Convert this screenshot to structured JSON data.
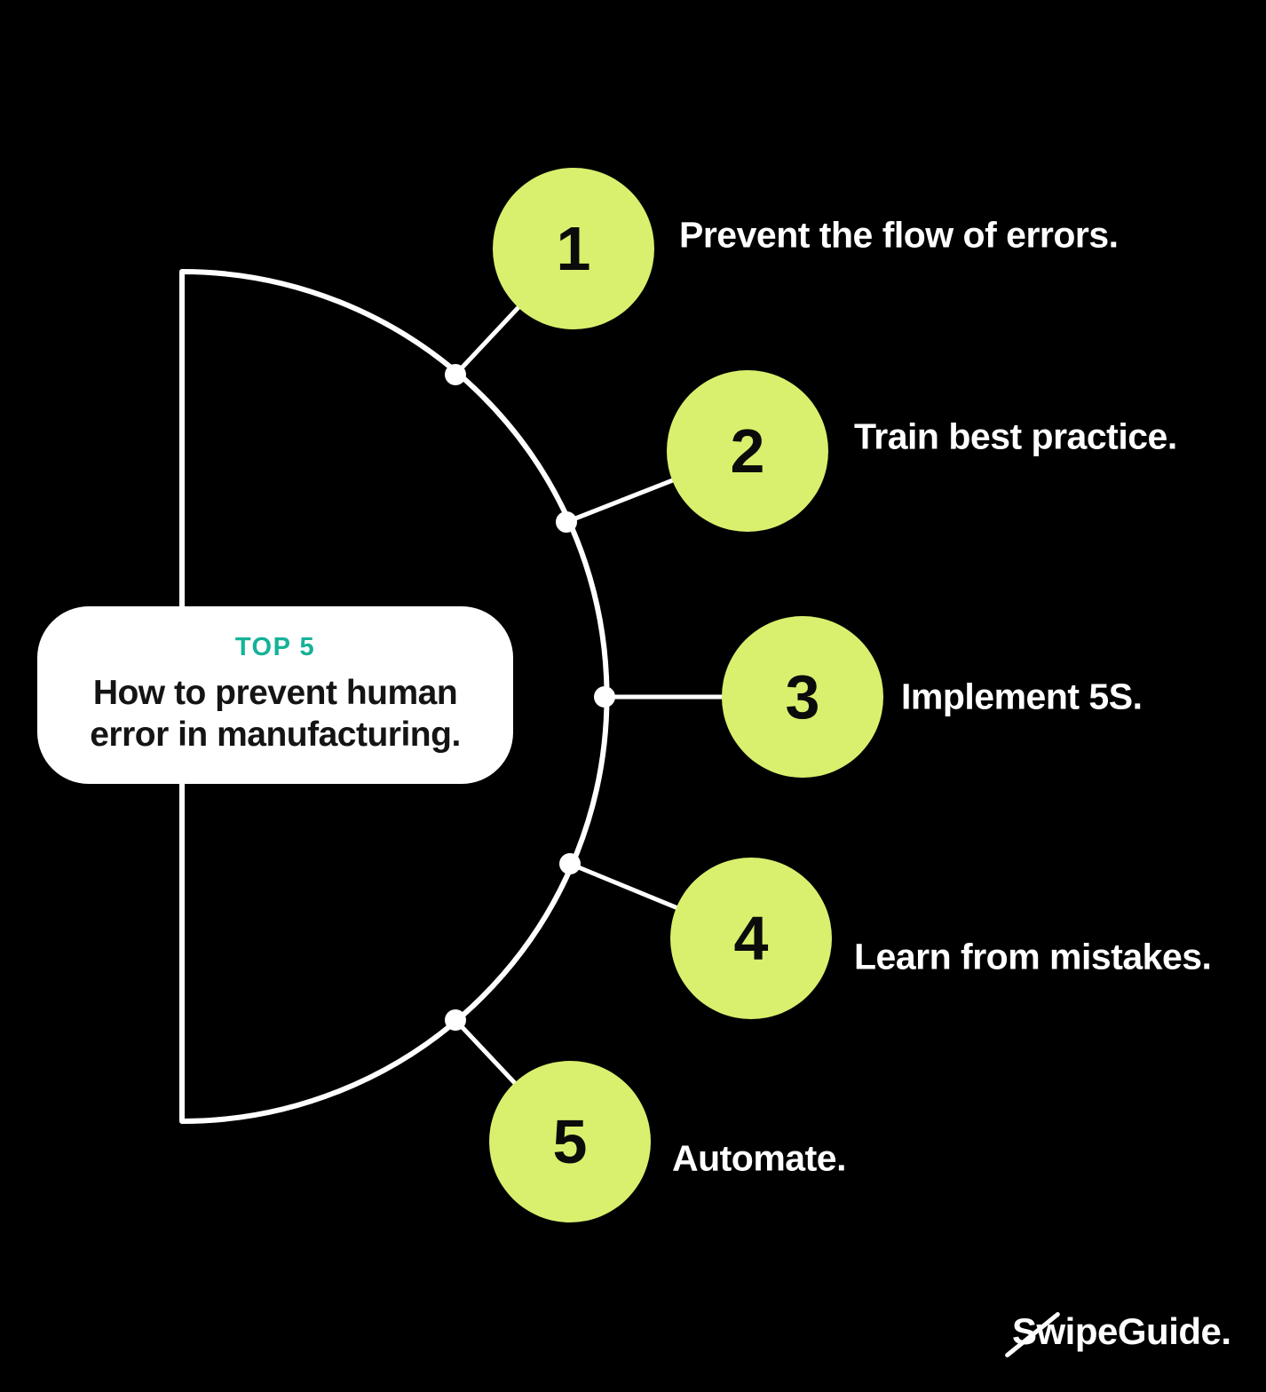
{
  "title_card": {
    "eyebrow": "TOP 5",
    "title": "How to prevent human error in manufacturing."
  },
  "items": [
    {
      "number": "1",
      "label": "Prevent the flow of errors."
    },
    {
      "number": "2",
      "label": "Train best practice."
    },
    {
      "number": "3",
      "label": "Implement 5S."
    },
    {
      "number": "4",
      "label": "Learn from mistakes."
    },
    {
      "number": "5",
      "label": "Automate."
    }
  ],
  "footer": {
    "brand": "SwipeGuide."
  },
  "colors": {
    "background": "#000000",
    "node_lime": "#D8F06E",
    "eyebrow_teal": "#15B298",
    "wire_white": "#FFFFFF",
    "number_ink": "#0B0B0B",
    "card_bg": "#FFFFFF",
    "card_text": "#141414",
    "label_text": "#FFFFFF"
  }
}
